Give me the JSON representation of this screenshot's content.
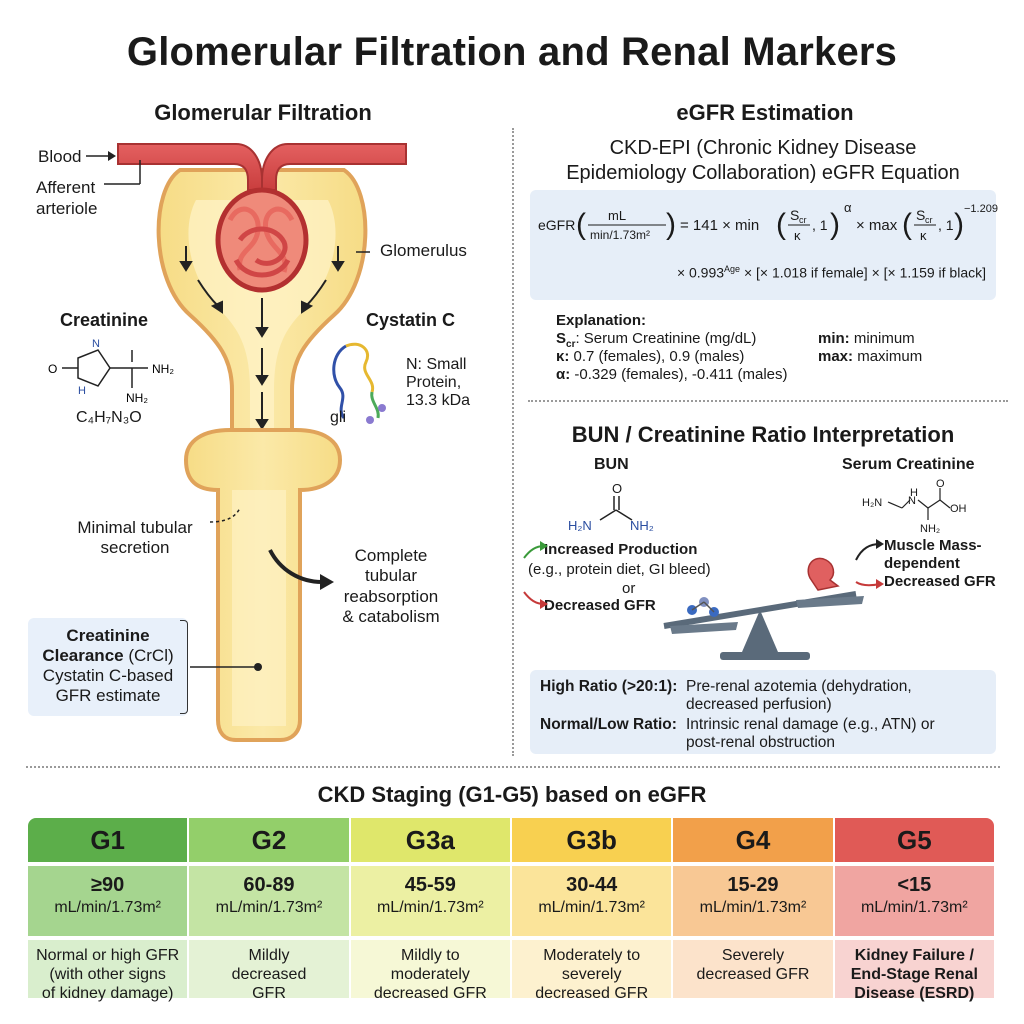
{
  "title": "Glomerular Filtration and Renal Markers",
  "left": {
    "title": "Glomerular Filtration",
    "labels": {
      "blood": "Blood",
      "afferent": "Afferent",
      "arteriole": "arteriole",
      "glomerulus": "Glomerulus",
      "creatinine": "Creatinine",
      "creatinine_formula": "C₄H₇N₃O",
      "cystatin": "Cystatin C",
      "cystatin_desc": [
        "N: Small",
        "Protein,",
        "13.3 kDa"
      ],
      "cystatin_tag": "gli",
      "minimal_secretion": [
        "Minimal tubular",
        "secretion"
      ],
      "complete_reabsorption": [
        "Complete",
        "tubular",
        "reabsorption",
        "& catabolism"
      ]
    },
    "clearance": {
      "line1": "Creatinine",
      "line2_bold": "Clearance",
      "line2_rest": " (CrCl)",
      "line3": "Cystatin C-based",
      "line4": "GFR estimate"
    }
  },
  "right": {
    "egfr_title": "eGFR Estimation",
    "ckd_epi_line1": "CKD-EPI (Chronic Kidney Disease",
    "ckd_epi_line2": "Epidemiology Collaboration) eGFR Equation",
    "formula": {
      "egfr": "eGFR",
      "unit_num": "mL",
      "unit_den": "min/1.73m²",
      "eq": "= 141 × min",
      "scr": "S",
      "scr_sub": "cr",
      "kappa": "κ",
      "one": ", 1",
      "alpha": "α",
      "times_max": "× max",
      "exp2": "−1.209",
      "line2_a": "× 0.993",
      "line2_age": "Age",
      "line2_b": " × [× 1.018 if female] × [× 1.159 if black]"
    },
    "explanation": {
      "heading": "Explanation:",
      "scr_label": "S",
      "scr_sub": "cr",
      "scr_text": ": Serum Creatinine (mg/dL)",
      "kappa_label": "κ:",
      "kappa_text": " 0.7 (females), 0.9 (males)",
      "alpha_label": "α:",
      "alpha_text": " -0.329 (females), -0.411 (males)",
      "min_label": "min:",
      "min_text": " minimum",
      "max_label": "max:",
      "max_text": " maximum"
    },
    "bun_title": "BUN / Creatinine Ratio Interpretation",
    "bun_label": "BUN",
    "serum_label": "Serum Creatinine",
    "bun_mol": {
      "n1": "H₂N",
      "n2": "NH₂",
      "o": "O"
    },
    "serum_mol": {
      "h2n": "H₂N",
      "nh": "N",
      "h": "H",
      "oh": "OH",
      "o": "O",
      "nh2": "NH₂"
    },
    "increased_production": "Increased Production",
    "production_examples": "(e.g., protein diet, GI bleed)",
    "or": "or",
    "decreased_gfr_left": "Decreased GFR",
    "muscle_mass_1": "Muscle Mass-",
    "muscle_mass_2": "dependent",
    "decreased_gfr_right": "Decreased GFR",
    "ratio": {
      "high_label": "High Ratio (>20:1):",
      "high_text1": "Pre-renal azotemia (dehydration,",
      "high_text2": "decreased perfusion)",
      "normal_label": "Normal/Low Ratio:",
      "normal_text1": "Intrinsic renal damage (e.g., ATN) or",
      "normal_text2": "post-renal obstruction"
    }
  },
  "staging": {
    "title": "CKD Staging (G1-G5) based on eGFR",
    "stages": [
      {
        "name": "G1",
        "range": "≥90",
        "unit": "mL/min/1.73m²",
        "desc": [
          "Normal or high GFR",
          "(with other signs",
          "of kidney damage)"
        ],
        "head": "#5cae4a",
        "mid": "#a5d58f",
        "low": "#d9eecd"
      },
      {
        "name": "G2",
        "range": "60-89",
        "unit": "mL/min/1.73m²",
        "desc": [
          "Mildly",
          "decreased",
          "GFR"
        ],
        "head": "#93cf6a",
        "mid": "#c4e4a4",
        "low": "#e4f2d5"
      },
      {
        "name": "G3a",
        "range": "45-59",
        "unit": "mL/min/1.73m²",
        "desc": [
          "Mildly to",
          "moderately",
          "decreased GFR"
        ],
        "head": "#dfe76b",
        "mid": "#ecf0a3",
        "low": "#f6f8d6"
      },
      {
        "name": "G3b",
        "range": "30-44",
        "unit": "mL/min/1.73m²",
        "desc": [
          "Moderately to",
          "severely",
          "decreased GFR"
        ],
        "head": "#f8d050",
        "mid": "#fbe49a",
        "low": "#fdf1cf"
      },
      {
        "name": "G4",
        "range": "15-29",
        "unit": "mL/min/1.73m²",
        "desc": [
          "Severely",
          "decreased GFR"
        ],
        "head": "#f2a04a",
        "mid": "#f8c894",
        "low": "#fce3cb"
      },
      {
        "name": "G5",
        "range": "<15",
        "unit": "mL/min/1.73m²",
        "desc": [
          "Kidney Failure /",
          "End-Stage Renal",
          "Disease (ESRD)"
        ],
        "head": "#e05a56",
        "mid": "#f0a5a1",
        "low": "#f8d3d1"
      }
    ]
  }
}
